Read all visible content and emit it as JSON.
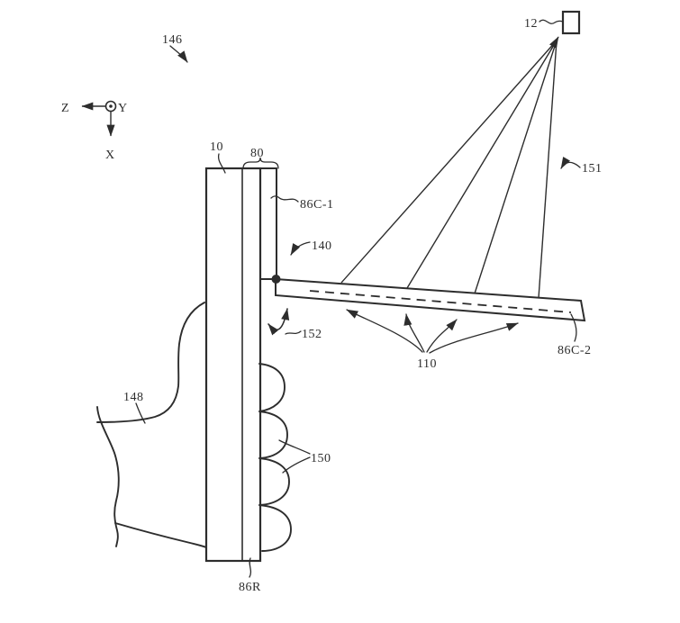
{
  "figure": {
    "type": "patent-line-drawing",
    "description": "Hand holding electronic device with flexible display cover; flap portion reflects light rays to viewer eye box",
    "background_color": "#ffffff",
    "ink_color": "#2d2d2d",
    "labels": {
      "arrangement": "146",
      "viewer_eye_box": "12",
      "device_housing": "10",
      "display_layer": "80",
      "cover_portion_1": "86C-1",
      "bend_axis": "140",
      "light_rays": "151",
      "rotation_direction": "152",
      "light_output_areas": "110",
      "cover_portion_2": "86C-2",
      "hand": "148",
      "fingers": "150",
      "cover_rigid_portion": "86R",
      "axis_x": "X",
      "axis_y": "Y",
      "axis_z": "Z"
    }
  }
}
